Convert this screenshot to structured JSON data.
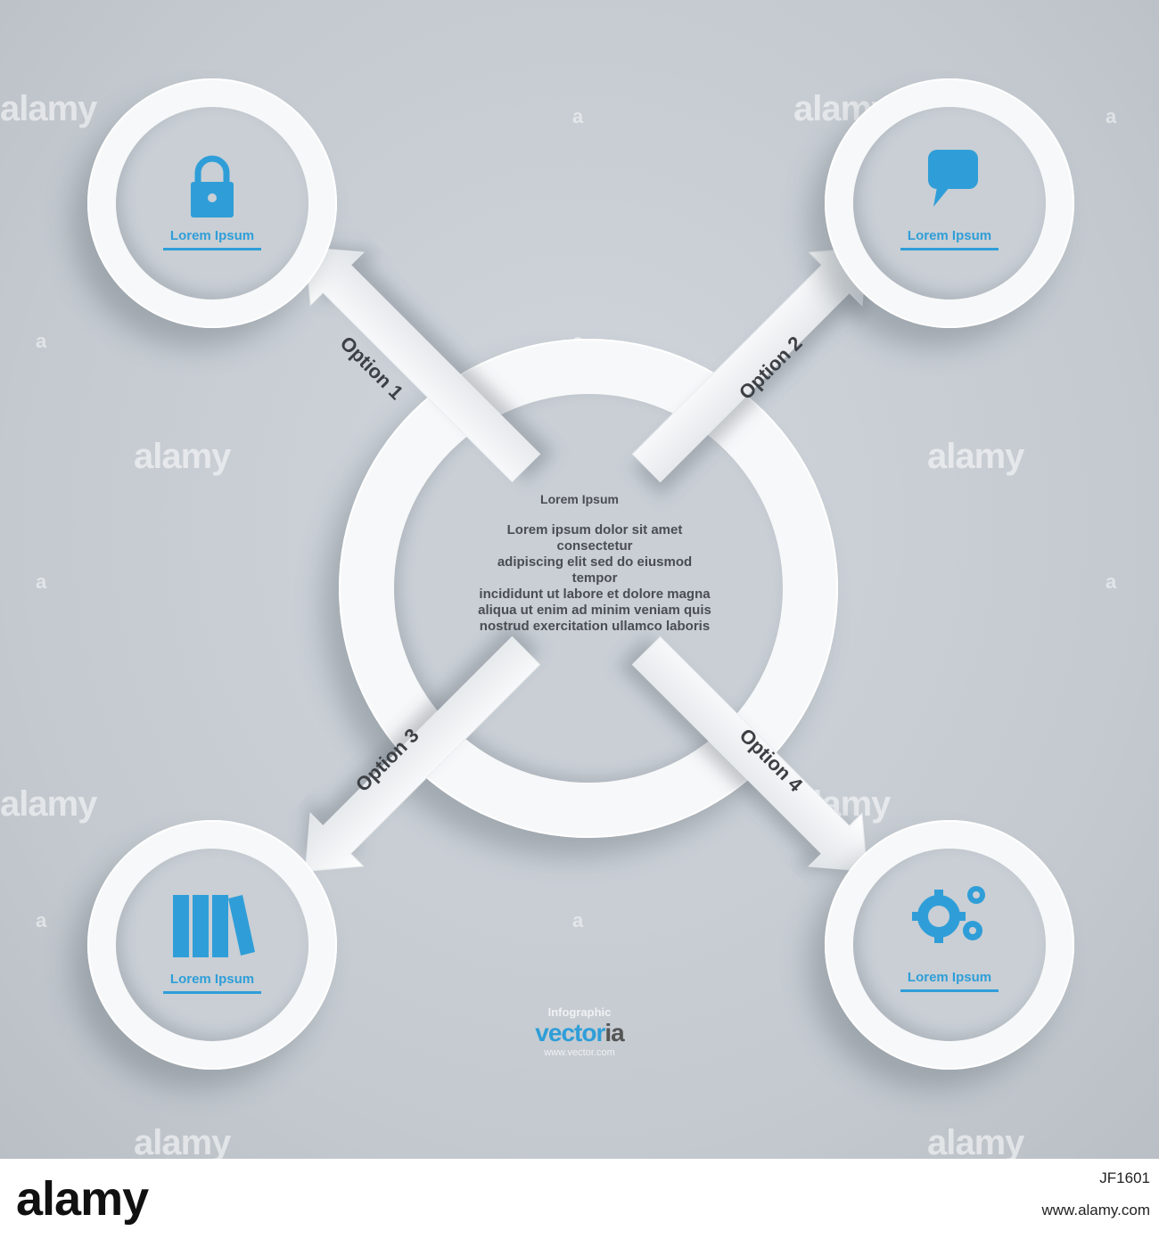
{
  "watermarks": {
    "word": "alamy",
    "mark": "a"
  },
  "center": {
    "title": "Lorem Ipsum",
    "body_lines": [
      "Lorem ipsum dolor sit amet consectetur",
      "adipiscing elit sed do eiusmod tempor",
      "incididunt ut labore et dolore magna",
      "aliqua ut enim ad minim veniam quis",
      "nostrud exercitation ullamco laboris"
    ]
  },
  "options": [
    {
      "label": "Option 1",
      "node_label": "Lorem Ipsum",
      "icon": "lock-icon",
      "color": "#2f9ed8"
    },
    {
      "label": "Option 2",
      "node_label": "Lorem Ipsum",
      "icon": "speech-bubble-icon",
      "color": "#2f9ed8"
    },
    {
      "label": "Option 3",
      "node_label": "Lorem Ipsum",
      "icon": "books-icon",
      "color": "#2f9ed8"
    },
    {
      "label": "Option 4",
      "node_label": "Lorem Ipsum",
      "icon": "gears-icon",
      "color": "#2f9ed8"
    }
  ],
  "branding": {
    "small": "Infographic",
    "main": "vector",
    "main_suffix": "ia",
    "tagline": "www.vector.com"
  },
  "footer": {
    "logo": "alamy",
    "image_id": "JF1601",
    "site": "www.alamy.com"
  },
  "colors": {
    "accent": "#2f9ed8",
    "background": "#c7cdd3",
    "ring": "#f7f8f9",
    "text_dark": "#3c3f44"
  }
}
